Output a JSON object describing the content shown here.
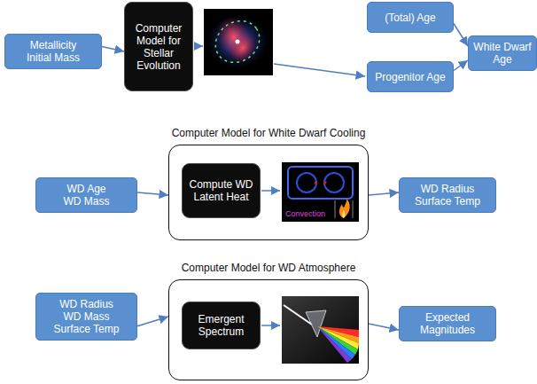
{
  "diagram": {
    "nodes": [
      {
        "text": [
          "Metallicity Initial Mass"
        ]
      },
      {
        "text": [
          "Computer Model for Stellar Evolution"
        ]
      },
      {
        "text": [
          "(Total) Age"
        ]
      },
      {
        "text": [
          "Progenitor Age"
        ]
      },
      {
        "text": [
          "White Dwarf Age"
        ]
      },
      {
        "text": [
          "WD Age WD Mass"
        ]
      },
      {
        "text": [
          "Computer Model for White Dwarf Cooling"
        ]
      },
      {
        "text": [
          "Compute WD Latent Heat"
        ],
        "in": 6
      },
      {
        "text": [
          "WD Radius Surface Temp"
        ]
      },
      {
        "text": [
          "WD Radius WD Mass Surface Temp"
        ]
      },
      {
        "text": [
          "Computer Model for WD Atmosphere"
        ]
      },
      {
        "text": [
          "Emergent Spectrum"
        ],
        "in": 10
      },
      {
        "text": [
          "Expected Magnitudes"
        ]
      }
    ],
    "edges": [
      {
        "from": 0,
        "to": 1,
        "arrow": "to"
      },
      {
        "from": 2,
        "to": 4,
        "arrow": "to"
      },
      {
        "from": 3,
        "to": 4,
        "arrow": "to"
      },
      {
        "from": 5,
        "to": 6,
        "arrow": "to"
      },
      {
        "from": 6,
        "to": 8,
        "arrow": "to"
      },
      {
        "from": 9,
        "to": 10,
        "arrow": "to"
      },
      {
        "from": 10,
        "to": 12,
        "arrow": "to"
      }
    ],
    "labels": [
      "Convection"
    ]
  }
}
